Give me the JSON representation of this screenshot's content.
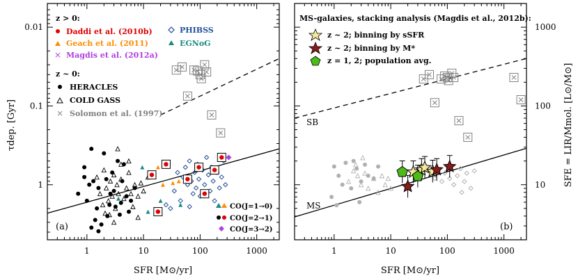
{
  "chart_data": [
    {
      "type": "scatter",
      "panel_label": "(a)",
      "xlabel": "SFR [M⊙/yr]",
      "ylabel": "τdep. [Gyr]",
      "x_scale": "log",
      "y_scale": "log",
      "xlim": [
        0.2,
        2500
      ],
      "ylim": [
        5,
        0.005
      ],
      "x_ticks": [
        "1",
        "10",
        "100",
        "1000"
      ],
      "y_ticks": [
        "0.01",
        "0.1",
        "1"
      ],
      "legend": {
        "high_z_header": "z > 0:",
        "high_z_entries": [
          {
            "label": "Daddi et al. (2010b)",
            "color": "#e00000"
          },
          {
            "label": "Geach et al. (2011)",
            "color": "#ff8c00"
          },
          {
            "label": "Magdis et al. (2012a)",
            "color": "#b040e0"
          },
          {
            "label": "PHIBSS",
            "color": "#1f4e9a"
          },
          {
            "label": "EGNoG",
            "color": "#1a8a80"
          }
        ],
        "low_z_header": "z ~ 0:",
        "low_z_entries": [
          {
            "label": "HERACLES"
          },
          {
            "label": "COLD GASS"
          },
          {
            "label": "Solomon et al. (1997)"
          }
        ],
        "co_entries": [
          "CO(J=1→0)",
          "CO(J=2→1)",
          "CO(J=3→2)"
        ]
      },
      "series": [
        {
          "name": "HERACLES",
          "marker": "filled-circle",
          "color": "#000000",
          "points": [
            [
              0.7,
              1.3
            ],
            [
              0.9,
              0.6
            ],
            [
              1.0,
              1.6
            ],
            [
              1.2,
              0.35
            ],
            [
              1.3,
              0.9
            ],
            [
              1.5,
              2.0
            ],
            [
              1.6,
              1.1
            ],
            [
              2.0,
              0.4
            ],
            [
              2.2,
              0.85
            ],
            [
              2.5,
              1.8
            ],
            [
              2.8,
              0.7
            ],
            [
              3.0,
              1.2
            ],
            [
              3.2,
              1.9
            ],
            [
              3.5,
              0.5
            ],
            [
              4.0,
              1.7
            ],
            [
              4.5,
              0.55
            ],
            [
              5.0,
              1.4
            ],
            [
              5.5,
              2.2
            ],
            [
              6.0,
              1.6
            ],
            [
              7.0,
              1.1
            ],
            [
              1.4,
              2.8
            ],
            [
              1.8,
              3.2
            ],
            [
              2.3,
              2.5
            ],
            [
              3.8,
              2.4
            ],
            [
              0.9,
              0.8
            ],
            [
              1.1,
              1.0
            ],
            [
              2.6,
              1.3
            ],
            [
              4.2,
              0.9
            ],
            [
              1.2,
              3.5
            ],
            [
              1.6,
              3.9
            ]
          ]
        },
        {
          "name": "COLD GASS",
          "marker": "open-triangle",
          "color": "#000000",
          "points": [
            [
              1.5,
              0.8
            ],
            [
              1.7,
              1.3
            ],
            [
              2.0,
              0.65
            ],
            [
              2.2,
              1.1
            ],
            [
              2.4,
              1.6
            ],
            [
              2.6,
              0.9
            ],
            [
              2.8,
              1.4
            ],
            [
              3.0,
              0.75
            ],
            [
              3.2,
              2.0
            ],
            [
              3.4,
              1.0
            ],
            [
              3.6,
              1.3
            ],
            [
              4.0,
              0.85
            ],
            [
              4.5,
              1.5
            ],
            [
              5.0,
              1.1
            ],
            [
              5.5,
              0.7
            ],
            [
              6.0,
              1.3
            ],
            [
              6.5,
              1.9
            ],
            [
              7.0,
              1.0
            ],
            [
              8.0,
              1.4
            ],
            [
              9.0,
              0.95
            ],
            [
              10.0,
              1.2
            ],
            [
              3.5,
              0.35
            ],
            [
              4.0,
              0.55
            ],
            [
              2.5,
              2.4
            ],
            [
              3.0,
              3.0
            ],
            [
              1.9,
              1.8
            ],
            [
              2.1,
              2.3
            ],
            [
              5.5,
              0.5
            ],
            [
              12.0,
              0.8
            ],
            [
              8.0,
              2.6
            ]
          ]
        },
        {
          "name": "Solomon et al. (1997)",
          "marker": "cross-boxed",
          "color": "#808080",
          "points": [
            [
              38,
              0.035
            ],
            [
              48,
              0.032
            ],
            [
              78,
              0.035
            ],
            [
              90,
              0.036
            ],
            [
              100,
              0.04
            ],
            [
              105,
              0.045
            ],
            [
              120,
              0.03
            ],
            [
              130,
              0.037
            ],
            [
              160,
              0.13
            ],
            [
              230,
              0.22
            ],
            [
              60,
              0.075
            ]
          ]
        },
        {
          "name": "PHIBSS",
          "marker": "open-diamond",
          "color": "#1f4e9a",
          "points": [
            [
              50,
              0.8
            ],
            [
              55,
              0.6
            ],
            [
              60,
              1.0
            ],
            [
              65,
              0.5
            ],
            [
              70,
              0.9
            ],
            [
              75,
              1.3
            ],
            [
              80,
              0.7
            ],
            [
              85,
              1.1
            ],
            [
              90,
              0.55
            ],
            [
              95,
              0.85
            ],
            [
              100,
              1.4
            ],
            [
              110,
              0.65
            ],
            [
              120,
              1.0
            ],
            [
              130,
              0.45
            ],
            [
              140,
              0.75
            ],
            [
              150,
              1.2
            ],
            [
              160,
              0.6
            ],
            [
              170,
              0.9
            ],
            [
              180,
              1.6
            ],
            [
              200,
              0.7
            ],
            [
              220,
              1.1
            ],
            [
              240,
              0.8
            ],
            [
              260,
              0.5
            ],
            [
              280,
              1.0
            ],
            [
              35,
              1.2
            ],
            [
              40,
              0.7
            ],
            [
              45,
              1.6
            ],
            [
              30,
              2.0
            ],
            [
              25,
              1.8
            ],
            [
              65,
              1.9
            ]
          ]
        },
        {
          "name": "EGNoG",
          "marker": "filled-triangle",
          "color": "#1a8a80",
          "points": [
            [
              3.6,
              1.5
            ],
            [
              9.5,
              0.6
            ],
            [
              12,
              2.2
            ],
            [
              20,
              1.6
            ],
            [
              45,
              1.8
            ]
          ]
        },
        {
          "name": "Daddi et al. (2010b)",
          "marker": "filled-circle-boxed",
          "color": "#e00000",
          "points": [
            [
              14,
              0.75
            ],
            [
              18,
              2.2
            ],
            [
              25,
              0.55
            ],
            [
              60,
              0.85
            ],
            [
              95,
              0.6
            ],
            [
              120,
              1.3
            ],
            [
              180,
              0.65
            ],
            [
              240,
              0.45
            ]
          ]
        },
        {
          "name": "Geach et al. (2011)",
          "marker": "filled-triangle",
          "color": "#ff8c00",
          "points": [
            [
              18,
              0.6
            ],
            [
              22,
              1.0
            ],
            [
              33,
              0.95
            ],
            [
              42,
              0.9
            ]
          ]
        },
        {
          "name": "Magdis et al. (2012a)",
          "marker": "filled-diamond",
          "color": "#b040e0",
          "points": [
            [
              320,
              0.45
            ]
          ]
        }
      ],
      "relations": [
        {
          "label": "MS",
          "style": "solid",
          "points": [
            [
              0.2,
              2.3
            ],
            [
              2500,
              0.35
            ]
          ]
        },
        {
          "label": "SB",
          "style": "dashed",
          "points": [
            [
              20,
              0.13
            ],
            [
              2500,
              0.025
            ]
          ]
        }
      ]
    },
    {
      "type": "scatter",
      "panel_label": "(b)",
      "title": "MS-galaxies, stacking analysis (Magdis et al., 2012b):",
      "xlabel": "SFR [M⊙/yr]",
      "ylabel": "SFE = LIR/Mmol. [L⊙/M⊙]",
      "x_scale": "log",
      "y_scale": "log",
      "xlim": [
        0.2,
        2500
      ],
      "ylim": [
        2,
        2000
      ],
      "x_ticks": [
        "1",
        "10",
        "100",
        "1000"
      ],
      "y_ticks": [
        "10",
        "100",
        "1000"
      ],
      "legend_entries": [
        {
          "label": "z ~ 2; binning by sSFR",
          "marker": "star",
          "color": "#f4e99a"
        },
        {
          "label": "z ~ 2; binning by M*",
          "marker": "star",
          "color": "#8b1a1a"
        },
        {
          "label": "z = 1, 2; population avg.",
          "marker": "pentagon",
          "color": "#4cbb17"
        }
      ],
      "relation_labels": [
        "SB",
        "MS"
      ],
      "stacks": [
        {
          "name": "z ~ 2; binning by sSFR",
          "color": "#f4e99a",
          "points": [
            [
              25,
              14.5
            ],
            [
              35,
              15.5
            ],
            [
              40,
              16.5
            ],
            [
              55,
              14.8
            ]
          ]
        },
        {
          "name": "z ~ 2; binning by M*",
          "color": "#8b1a1a",
          "points": [
            [
              20,
              9.5
            ],
            [
              65,
              15.5
            ],
            [
              110,
              17
            ]
          ]
        },
        {
          "name": "z = 1, 2; population avg.",
          "color": "#4cbb17",
          "points": [
            [
              16,
              14.5
            ],
            [
              30,
              12.8
            ]
          ]
        }
      ],
      "background_series": [
        {
          "name": "HERACLES",
          "marker": "filled-circle",
          "color": "#b0b0b0",
          "points": [
            [
              1,
              17
            ],
            [
              1.2,
              13
            ],
            [
              1.6,
              19
            ],
            [
              2.0,
              9
            ],
            [
              2.5,
              16
            ],
            [
              3,
              11
            ],
            [
              3.5,
              18
            ],
            [
              4,
              13
            ],
            [
              5,
              12
            ],
            [
              6,
              17
            ],
            [
              2.2,
              20
            ],
            [
              1.4,
              10
            ],
            [
              0.9,
              7
            ],
            [
              1.1,
              5.5
            ],
            [
              2.8,
              6
            ]
          ]
        },
        {
          "name": "COLD GASS",
          "marker": "open-triangle",
          "color": "#b0b0b0",
          "points": [
            [
              1.8,
              11
            ],
            [
              2.2,
              15
            ],
            [
              2.6,
              13
            ],
            [
              3,
              10
            ],
            [
              3.5,
              14
            ],
            [
              4,
              9
            ],
            [
              5,
              12
            ],
            [
              6,
              8
            ],
            [
              7,
              13
            ],
            [
              8,
              10
            ],
            [
              9,
              12
            ],
            [
              10,
              9
            ],
            [
              2.4,
              18
            ],
            [
              3.2,
              22
            ]
          ]
        },
        {
          "name": "PHIBSS",
          "marker": "open-diamond",
          "color": "#b0b0b0",
          "points": [
            [
              60,
              12
            ],
            [
              70,
              15
            ],
            [
              80,
              11
            ],
            [
              90,
              14
            ],
            [
              100,
              17
            ],
            [
              110,
              12
            ],
            [
              130,
              10
            ],
            [
              150,
              13
            ],
            [
              170,
              16
            ],
            [
              200,
              11
            ],
            [
              220,
              14
            ],
            [
              260,
              9
            ],
            [
              300,
              15
            ],
            [
              180,
              8
            ]
          ]
        },
        {
          "name": "Solomon et al. (1997)",
          "marker": "cross-boxed",
          "color": "#808080",
          "points": [
            [
              38,
              220
            ],
            [
              48,
              250
            ],
            [
              78,
              220
            ],
            [
              90,
              240
            ],
            [
              100,
              230
            ],
            [
              105,
              210
            ],
            [
              120,
              260
            ],
            [
              130,
              230
            ],
            [
              160,
              65
            ],
            [
              230,
              40
            ],
            [
              60,
              110
            ],
            [
              1500,
              230
            ],
            [
              2000,
              120
            ]
          ]
        }
      ]
    }
  ]
}
